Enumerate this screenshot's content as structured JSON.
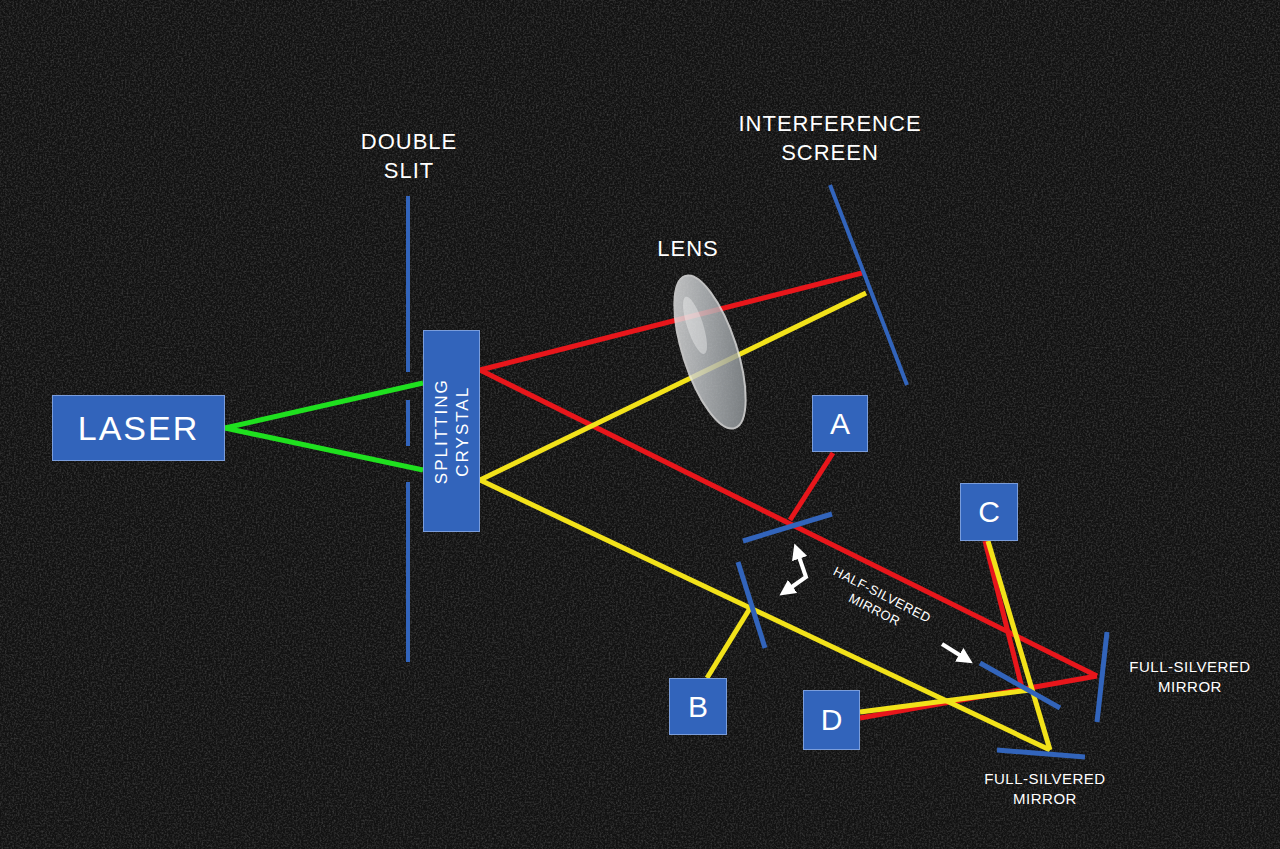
{
  "diagram": {
    "nodes": [
      {
        "text": [
          "LASER"
        ]
      },
      {
        "text": [
          "SPLITTING CRYSTAL"
        ]
      },
      {
        "text": [
          "A"
        ]
      },
      {
        "text": [
          "C"
        ]
      },
      {
        "text": [
          "B"
        ]
      },
      {
        "text": [
          "D"
        ]
      }
    ],
    "edges": [
      {
        "from": 0,
        "to": 1,
        "arrow": "none"
      },
      {
        "from": 0,
        "to": 1,
        "arrow": "none"
      }
    ],
    "labels": [
      "DOUBLE SLIT",
      "INTERFERENCE SCREEN",
      "LENS",
      "HALF-SILVERED MIRROR",
      "FULL-SILVERED MIRROR",
      "FULL-SILVERED MIRROR"
    ]
  }
}
